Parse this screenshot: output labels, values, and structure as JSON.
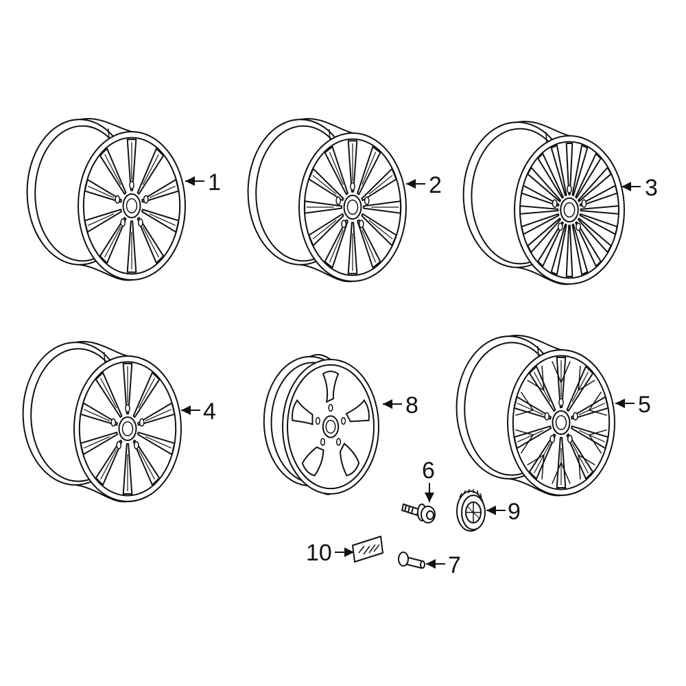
{
  "colors": {
    "line": "#111111",
    "background": "#ffffff"
  },
  "labels": {
    "1": "1",
    "2": "2",
    "3": "3",
    "4": "4",
    "5": "5",
    "6": "6",
    "7": "7",
    "8": "8",
    "9": "9",
    "10": "10"
  },
  "parts": [
    {
      "id": "1",
      "name": "wheel",
      "spokes": 10,
      "style": "double-v"
    },
    {
      "id": "2",
      "name": "wheel",
      "spokes": 12,
      "style": "split"
    },
    {
      "id": "3",
      "name": "wheel",
      "spokes": 20,
      "style": "multi-spoke"
    },
    {
      "id": "4",
      "name": "wheel",
      "spokes": 10,
      "style": "double-v"
    },
    {
      "id": "5",
      "name": "wheel",
      "spokes": 10,
      "style": "y-spoke"
    },
    {
      "id": "8",
      "name": "spare-wheel",
      "spokes": 5,
      "style": "compact"
    },
    {
      "id": "6",
      "name": "bolt"
    },
    {
      "id": "7",
      "name": "valve-stem"
    },
    {
      "id": "9",
      "name": "center-cap"
    },
    {
      "id": "10",
      "name": "weight"
    }
  ]
}
